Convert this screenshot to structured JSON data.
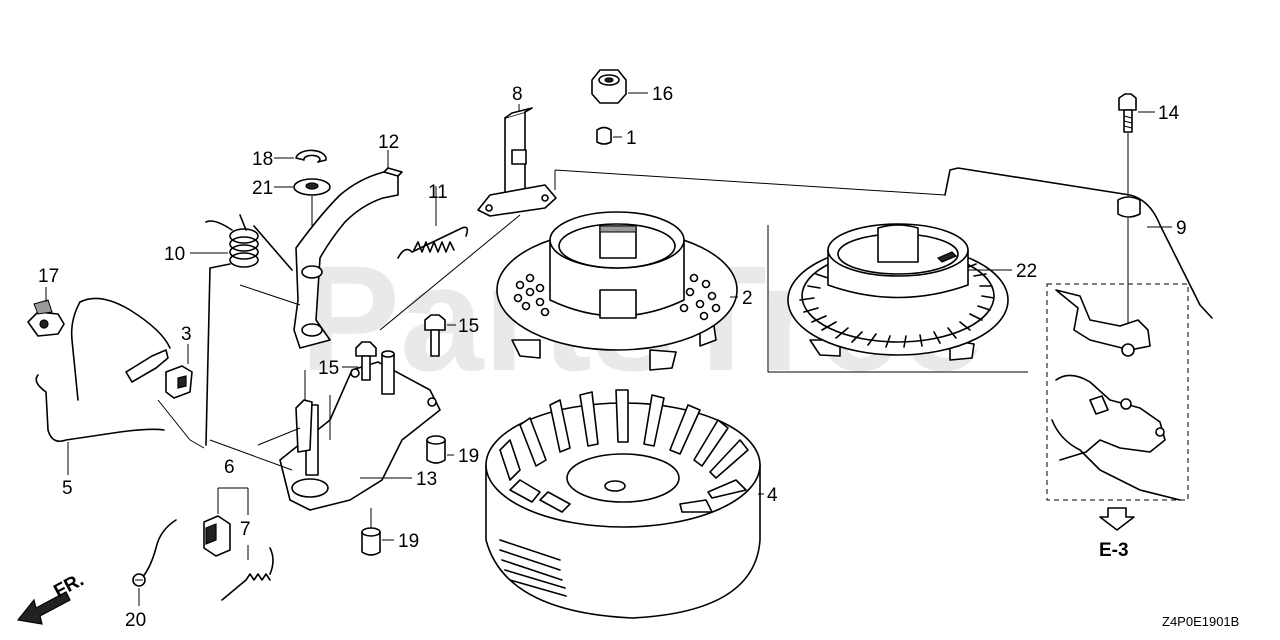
{
  "watermark": "PartsTree",
  "labels": {
    "p1": "1",
    "p2": "2",
    "p3": "3",
    "p4": "4",
    "p5": "5",
    "p6": "6",
    "p7": "7",
    "p8": "8",
    "p9": "9",
    "p10": "10",
    "p11": "11",
    "p12": "12",
    "p13": "13",
    "p14": "14",
    "p15a": "15",
    "p15b": "15",
    "p16": "16",
    "p17": "17",
    "p18": "18",
    "p19a": "19",
    "p19b": "19",
    "p20": "20",
    "p21": "21",
    "p22": "22"
  },
  "direction_label": "FR.",
  "reference_label": "E-3",
  "diagram_code": "Z4P0E1901B"
}
